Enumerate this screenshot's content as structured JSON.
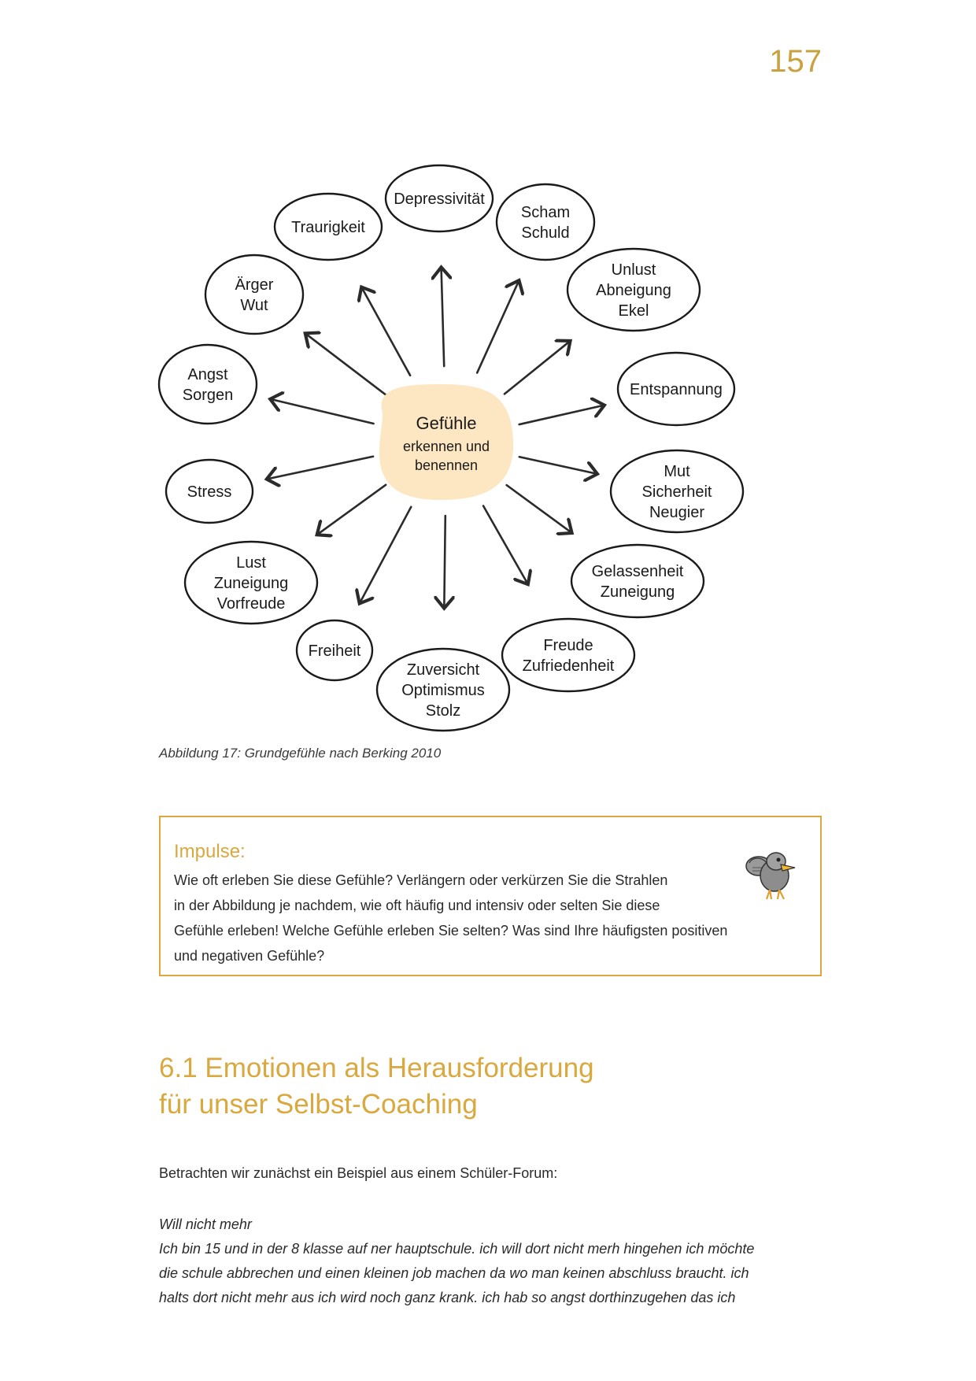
{
  "page_number": "157",
  "diagram": {
    "center": {
      "title": "Gefühle",
      "subtitle_line1": "erkennen und",
      "subtitle_line2": "benennen",
      "fill_color": "#fde7c3"
    },
    "nodes": [
      {
        "lines": [
          "Depressivität"
        ]
      },
      {
        "lines": [
          "Scham",
          "Schuld"
        ]
      },
      {
        "lines": [
          "Unlust",
          "Abneigung",
          "Ekel"
        ]
      },
      {
        "lines": [
          "Entspannung"
        ]
      },
      {
        "lines": [
          "Mut",
          "Sicherheit",
          "Neugier"
        ]
      },
      {
        "lines": [
          "Gelassenheit",
          "Zuneigung"
        ]
      },
      {
        "lines": [
          "Freude",
          "Zufriedenheit"
        ]
      },
      {
        "lines": [
          "Zuversicht",
          "Optimismus",
          "Stolz"
        ]
      },
      {
        "lines": [
          "Freiheit"
        ]
      },
      {
        "lines": [
          "Lust",
          "Zuneigung",
          "Vorfreude"
        ]
      },
      {
        "lines": [
          "Stress"
        ]
      },
      {
        "lines": [
          "Angst",
          "Sorgen"
        ]
      },
      {
        "lines": [
          "Ärger",
          "Wut"
        ]
      },
      {
        "lines": [
          "Traurigkeit"
        ]
      }
    ]
  },
  "caption": "Abbildung 17: Grundgefühle nach Berking 2010",
  "impulse": {
    "title": "Impulse:",
    "lines": [
      "Wie oft erleben Sie diese Gefühle? Verlängern oder verkürzen Sie die Strahlen",
      "in der Abbildung je nachdem, wie oft häufig und intensiv oder selten Sie diese",
      "Gefühle erleben! Welche Gefühle erleben Sie selten? Was sind Ihre häufigsten positiven",
      "und negativen Gefühle?"
    ],
    "accent_color": "#d9a83e"
  },
  "section": {
    "line1": "6.1  Emotionen als Herausforderung",
    "line2": "für unser Selbst-Coaching"
  },
  "intro": "Betrachten wir zunächst ein Beispiel aus einem Schüler-Forum:",
  "quote": {
    "title": "Will nicht mehr",
    "lines": [
      "Ich bin 15 und in der 8 klasse auf ner hauptschule. ich will dort nicht merh hingehen ich möchte",
      "die schule abbrechen und einen kleinen job machen da wo man keinen abschluss braucht. ich",
      "halts dort nicht mehr aus ich wird noch ganz krank. ich hab so angst dorthinzugehen das ich"
    ]
  }
}
